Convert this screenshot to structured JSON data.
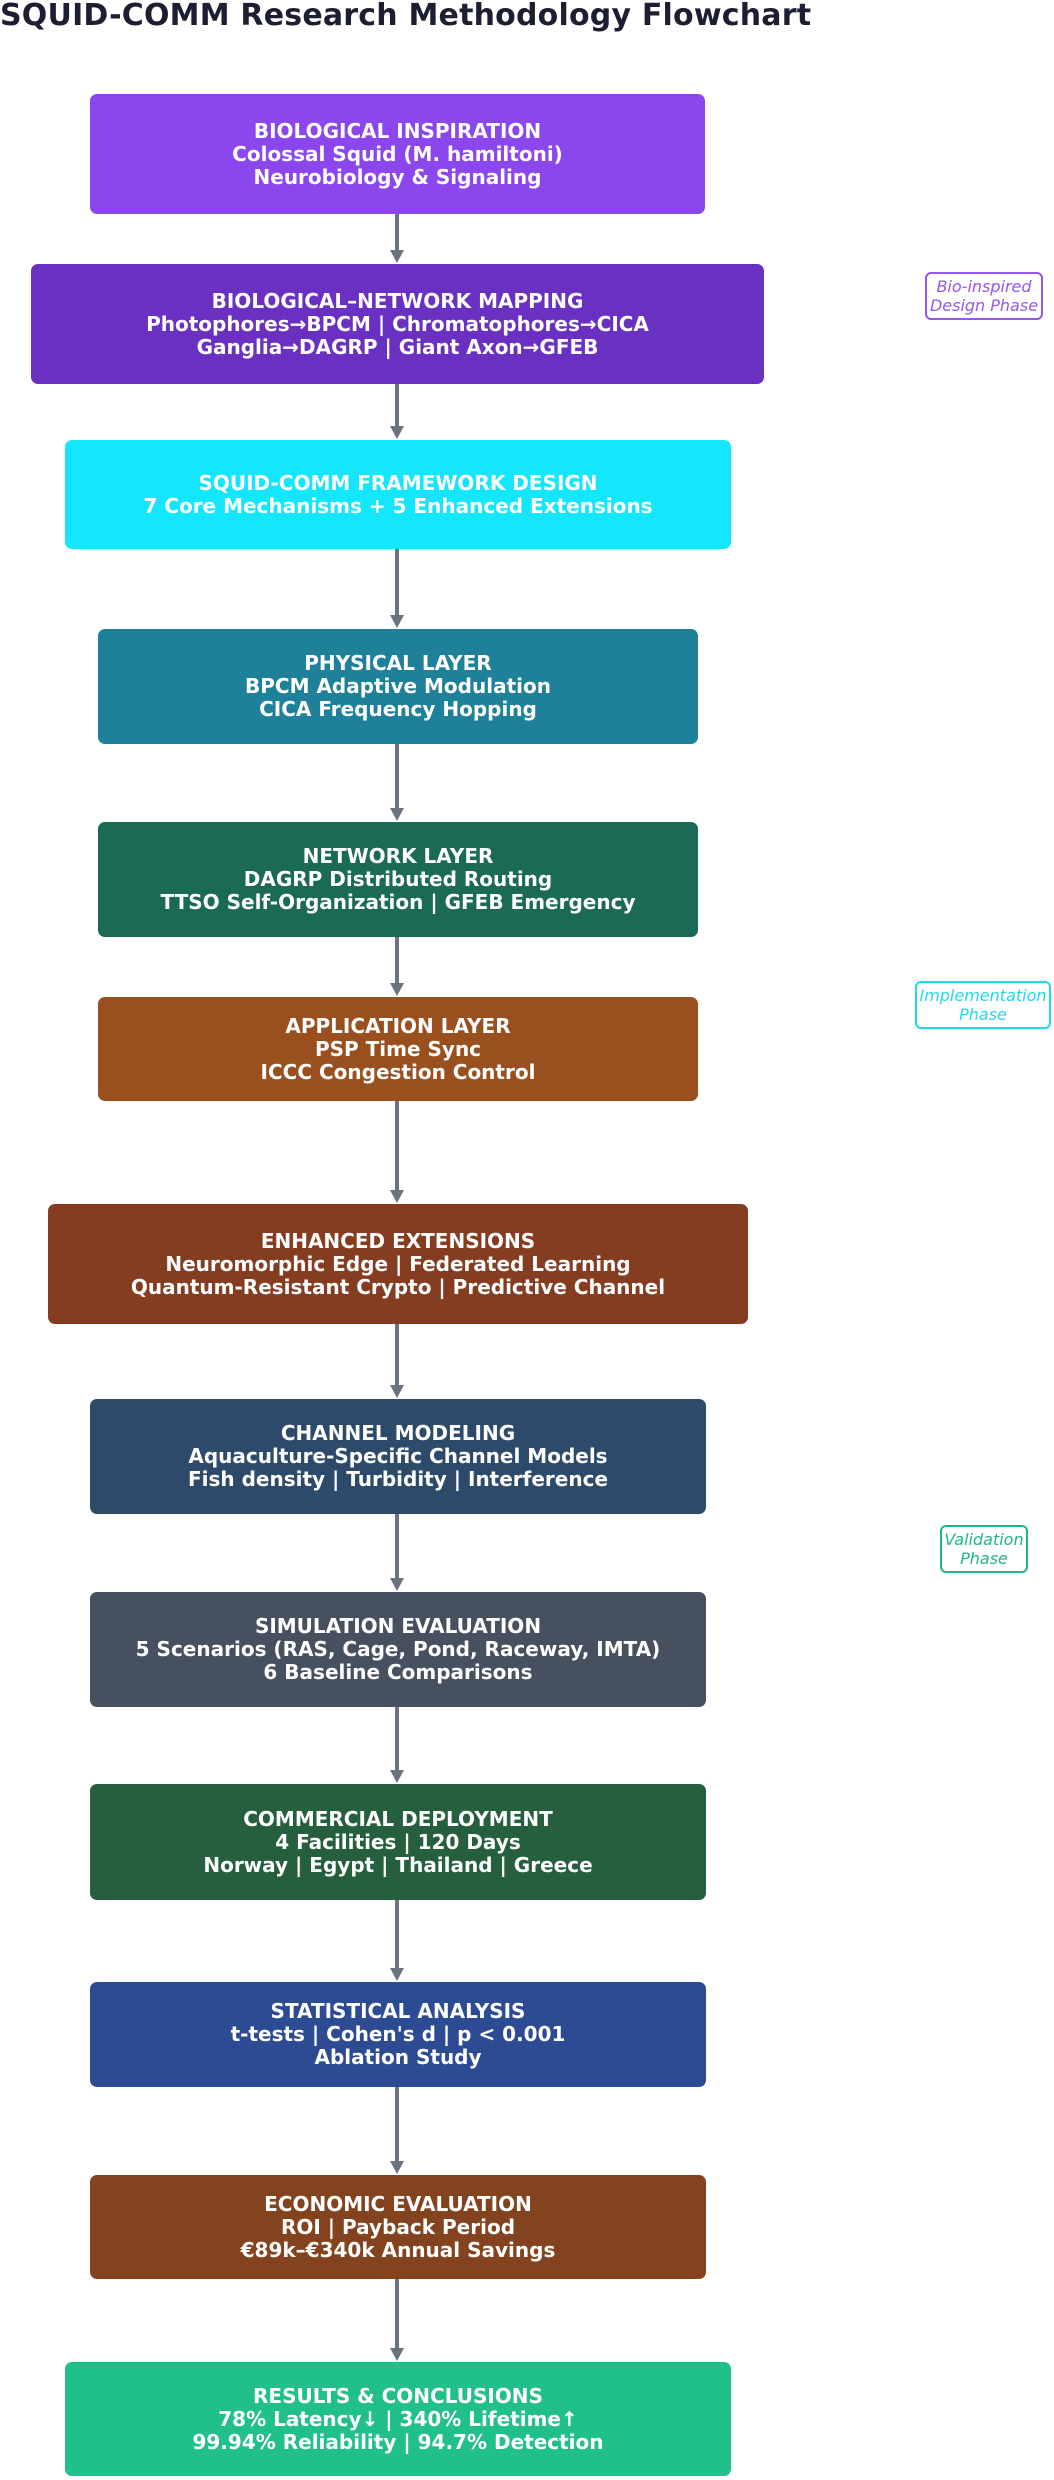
{
  "title": "SQUID-COMM Research Methodology Flowchart",
  "steps": [
    {
      "heading": "BIOLOGICAL INSPIRATION",
      "lines": [
        "Colossal Squid (M. hamiltoni)",
        "Neurobiology & Signaling"
      ],
      "color": "#8b46ee"
    },
    {
      "heading": "BIOLOGICAL–NETWORK MAPPING",
      "lines": [
        "Photophores→BPCM | Chromatophores→CICA",
        "Ganglia→DAGRP | Giant Axon→GFEB"
      ],
      "color": "#6a30c2"
    },
    {
      "heading": "SQUID-COMM FRAMEWORK DESIGN",
      "lines": [
        "7 Core Mechanisms + 5 Enhanced Extensions"
      ],
      "color": "#14e6fe"
    },
    {
      "heading": "PHYSICAL LAYER",
      "lines": [
        "BPCM Adaptive Modulation",
        "CICA Frequency Hopping"
      ],
      "color": "#1f809a"
    },
    {
      "heading": "NETWORK LAYER",
      "lines": [
        "DAGRP Distributed Routing",
        "TTSO Self-Organization | GFEB Emergency"
      ],
      "color": "#1b6a55"
    },
    {
      "heading": "APPLICATION LAYER",
      "lines": [
        "PSP Time Sync",
        "ICCC Congestion Control"
      ],
      "color": "#9a4f1f"
    },
    {
      "heading": "ENHANCED EXTENSIONS",
      "lines": [
        "Neuromorphic Edge | Federated Learning",
        "Quantum-Resistant Crypto | Predictive Channel"
      ],
      "color": "#853d22"
    },
    {
      "heading": "CHANNEL MODELING",
      "lines": [
        "Aquaculture-Specific Channel Models",
        "Fish density | Turbidity | Interference"
      ],
      "color": "#2d4a6b"
    },
    {
      "heading": "SIMULATION EVALUATION",
      "lines": [
        "5 Scenarios (RAS, Cage, Pond, Raceway, IMTA)",
        "6 Baseline Comparisons"
      ],
      "color": "#46505e"
    },
    {
      "heading": "COMMERCIAL DEPLOYMENT",
      "lines": [
        "4 Facilities | 120 Days",
        "Norway | Egypt | Thailand | Greece"
      ],
      "color": "#255f3d"
    },
    {
      "heading": "STATISTICAL ANALYSIS",
      "lines": [
        "t-tests | Cohen's d | p < 0.001",
        "Ablation Study"
      ],
      "color": "#2d4b92"
    },
    {
      "heading": "ECONOMIC EVALUATION",
      "lines": [
        "ROI | Payback Period",
        "€89k–€340k Annual Savings"
      ],
      "color": "#83431f"
    },
    {
      "heading": "RESULTS & CONCLUSIONS",
      "lines": [
        "78% Latency↓ | 340% Lifetime↑",
        "99.94% Reliability | 94.7% Detection"
      ],
      "color": "#21c08a"
    }
  ],
  "phases": [
    {
      "lines": [
        "Bio-inspired",
        "Design Phase"
      ],
      "color": "#9655ee"
    },
    {
      "lines": [
        "Implementation",
        "Phase"
      ],
      "color": "#22d8ee"
    },
    {
      "lines": [
        "Validation",
        "Phase"
      ],
      "color": "#1fb882"
    }
  ]
}
